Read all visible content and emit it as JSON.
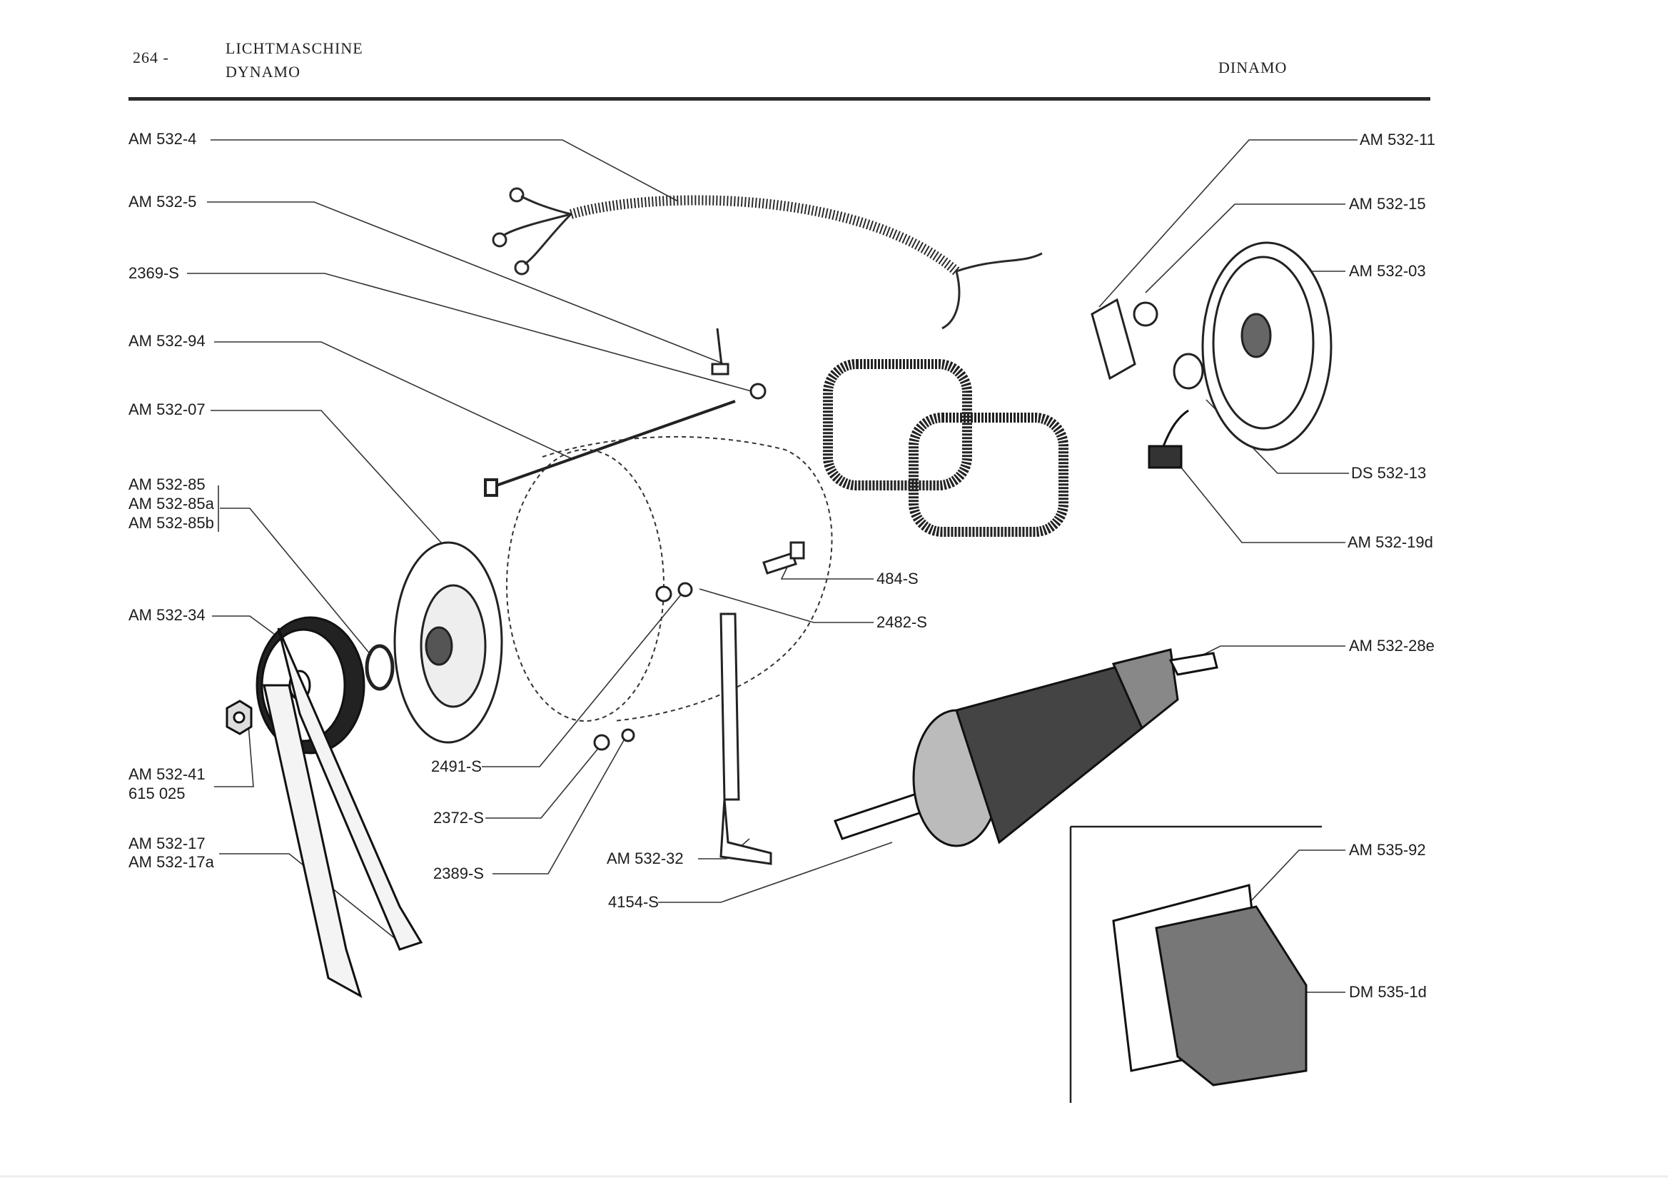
{
  "header": {
    "page_number": "264 -",
    "title_de": "LICHTMASCHINE",
    "title_dynamo": "DYNAMO",
    "title_it": "DINAMO"
  },
  "labels": {
    "am532_4": "AM 532-4",
    "am532_5": "AM 532-5",
    "s2369": "2369-S",
    "am532_94": "AM 532-94",
    "am532_07": "AM 532-07",
    "am532_85": "AM 532-85",
    "am532_85a": "AM 532-85a",
    "am532_85b": "AM 532-85b",
    "am532_34": "AM 532-34",
    "am532_41": "AM 532-41",
    "n615025": "615 025",
    "am532_17": "AM 532-17",
    "am532_17a": "AM 532-17a",
    "s2491": "2491-S",
    "s2372": "2372-S",
    "s2389": "2389-S",
    "am532_32": "AM 532-32",
    "s4154": "4154-S",
    "s484": "484-S",
    "s2482": "2482-S",
    "am532_11": "AM 532-11",
    "am532_15": "AM 532-15",
    "am532_03": "AM 532-03",
    "ds532_13": "DS 532-13",
    "am532_19d": "AM 532-19d",
    "am532_28e": "AM 532-28e",
    "am535_92": "AM 535-92",
    "dm535_1d": "DM 535-1d"
  }
}
